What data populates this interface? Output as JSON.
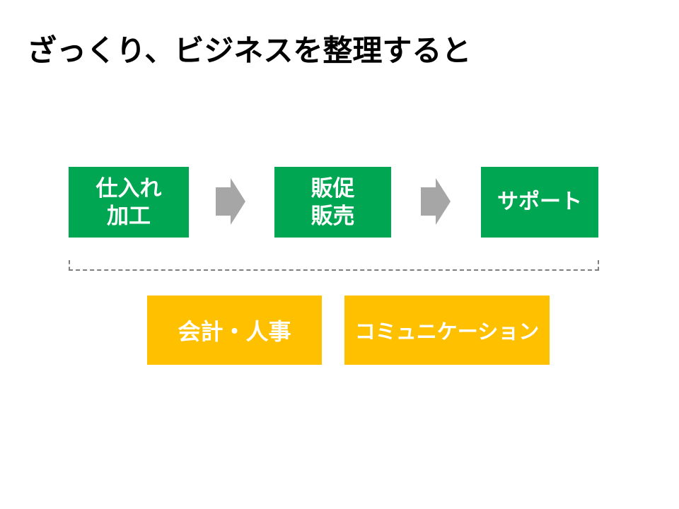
{
  "slide": {
    "title": "ざっくり、ビジネスを整理すると",
    "process_boxes": [
      {
        "lines": [
          "仕入れ",
          "加工"
        ]
      },
      {
        "lines": [
          "販促",
          "販売"
        ]
      },
      {
        "lines": [
          "サポート"
        ]
      }
    ],
    "support_boxes": [
      {
        "label": "会計・人事"
      },
      {
        "label": "コミュニケーション"
      }
    ],
    "colors": {
      "process_box_green": "#00A651",
      "support_box_orange": "#FFC000",
      "arrow_gray": "#A6A6A6",
      "bracket_gray": "#7F7F7F",
      "box_text": "#FFFFFF",
      "title_text": "#000000",
      "background": "#FFFFFF"
    }
  }
}
